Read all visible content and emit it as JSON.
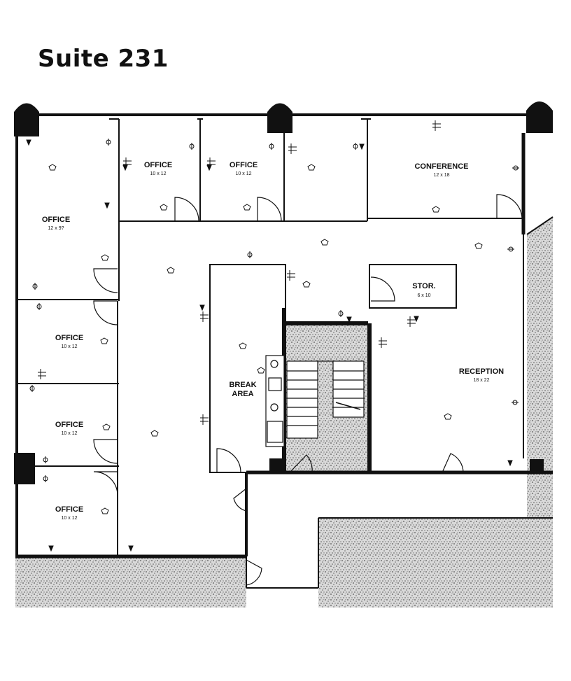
{
  "title": "Suite 231",
  "rooms": {
    "office_1": {
      "name": "OFFICE",
      "dim": "12 x 9?"
    },
    "office_2": {
      "name": "OFFICE",
      "dim": "10 x 12"
    },
    "office_3": {
      "name": "OFFICE",
      "dim": "10 x 12"
    },
    "conference": {
      "name": "CONFERENCE",
      "dim": "12 x 18"
    },
    "office_4": {
      "name": "OFFICE",
      "dim": "10 x 12"
    },
    "office_5": {
      "name": "OFFICE",
      "dim": "10 x 12"
    },
    "office_6": {
      "name": "OFFICE",
      "dim": "10 x 12"
    },
    "break_area": {
      "name_line1": "BREAK",
      "name_line2": "AREA"
    },
    "storage": {
      "name": "STOR.",
      "dim": "6 x 10"
    },
    "reception": {
      "name": "RECEPTION",
      "dim": "18 x 22"
    }
  },
  "symbols": {
    "light": "light-fixture-icon",
    "outlet": "outlet-icon",
    "data": "data-jack-icon",
    "phone": "phone-jack-icon"
  },
  "colors": {
    "wall": "#111111",
    "hatch": "#b5b5b5",
    "background": "#ffffff"
  }
}
